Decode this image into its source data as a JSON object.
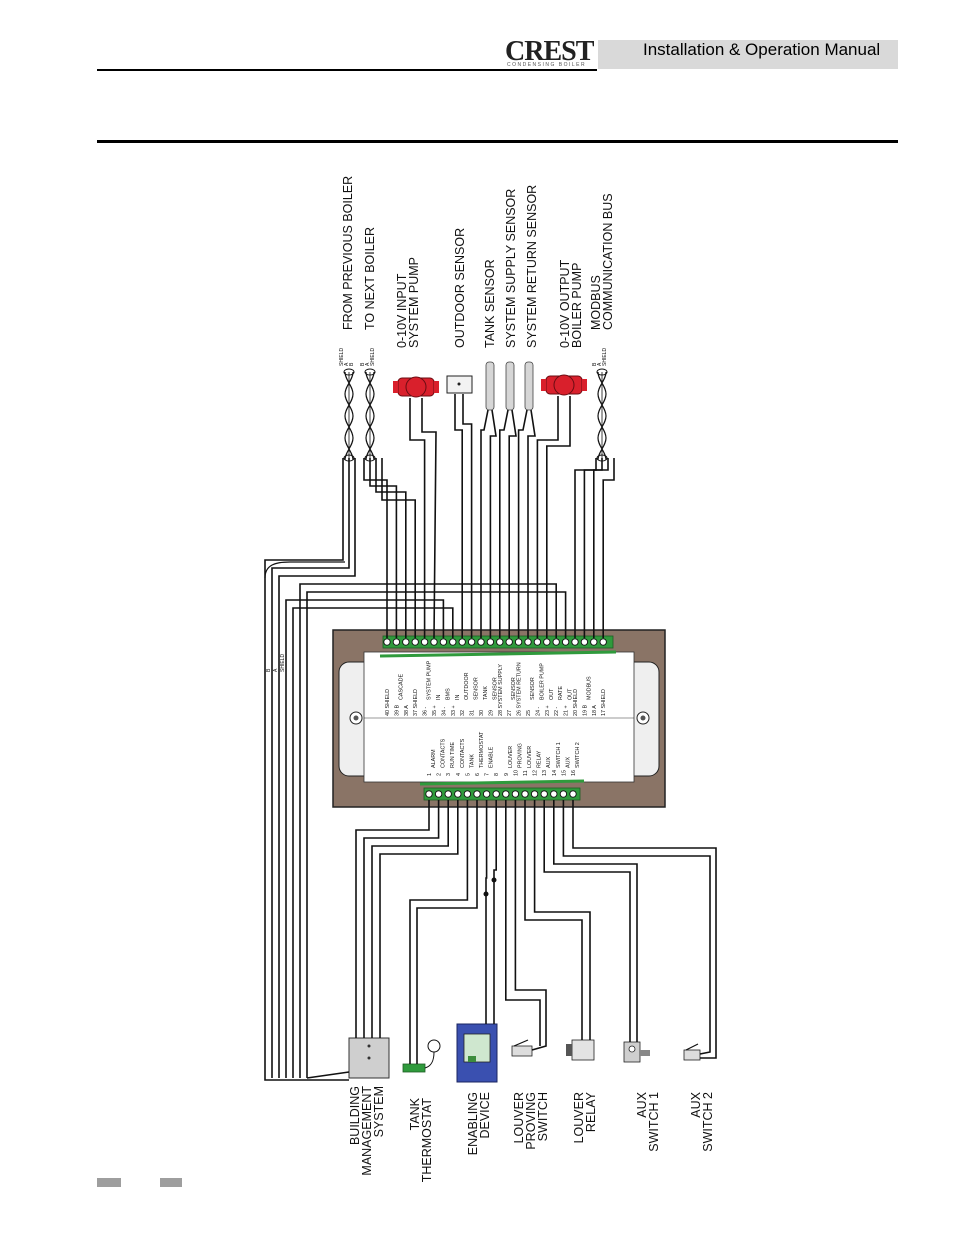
{
  "header": {
    "brand": "CREST",
    "brand_tagline": "CONDENSING BOILER",
    "manual_title": "Installation & Operation Manual"
  },
  "top_labels": [
    [
      "FROM PREVIOUS BOILER"
    ],
    [
      "TO NEXT BOILER"
    ],
    [
      "0-10V INPUT",
      "SYSTEM PUMP"
    ],
    [
      "OUTDOOR SENSOR"
    ],
    [
      "TANK SENSOR"
    ],
    [
      "SYSTEM SUPPLY SENSOR"
    ],
    [
      "SYSTEM RETURN SENSOR"
    ],
    [
      "0-10V OUTPUT",
      "BOILER PUMP"
    ],
    [
      "MODBUS",
      "COMMUNICATION BUS"
    ]
  ],
  "small_wire_labels": {
    "previous_boiler": [
      "SHIELD",
      "A",
      "B"
    ],
    "next_boiler": [
      "B",
      "A",
      "SHIELD"
    ],
    "modbus": [
      "B",
      "A",
      "SHIELD"
    ],
    "cascade_loop": [
      "B",
      "A",
      "SHIELD"
    ]
  },
  "bottom_labels": [
    [
      "BUILDING",
      "MANAGEMENT",
      "SYSTEM"
    ],
    [
      "TANK",
      "THERMOSTAT"
    ],
    [
      "ENABLING",
      "DEVICE"
    ],
    [
      "LOUVER",
      "PROVING",
      "SWITCH"
    ],
    [
      "LOUVER",
      "RELAY"
    ],
    [
      "AUX",
      "SWITCH 1"
    ],
    [
      "AUX",
      "SWITCH 2"
    ]
  ],
  "terminal_upper_labels": [
    [
      "40 SHIELD",
      ""
    ],
    [
      "39 B",
      "CASCADE"
    ],
    [
      "38 A",
      ""
    ],
    [
      "37 SHIELD",
      ""
    ],
    [
      "36 -",
      "SYSTEM PUMP"
    ],
    [
      "35 +",
      "IN"
    ],
    [
      "34 -",
      "BMS"
    ],
    [
      "33 +",
      "IN"
    ],
    [
      "32",
      "OUTDOOR"
    ],
    [
      "31",
      "SENSOR"
    ],
    [
      "30",
      "TANK"
    ],
    [
      "29",
      "SENSOR"
    ],
    [
      "28 SYSTEM SUPPLY",
      ""
    ],
    [
      "27",
      "SENSOR"
    ],
    [
      "26 SYSTEM RETURN",
      ""
    ],
    [
      "25",
      "SENSOR"
    ],
    [
      "24 -",
      "BOILER PUMP"
    ],
    [
      "23 +",
      "OUT"
    ],
    [
      "22 -",
      "RATE"
    ],
    [
      "21 +",
      "OUT"
    ],
    [
      "20 SHIELD",
      ""
    ],
    [
      "19 B",
      "MODBUS"
    ],
    [
      "18 A",
      ""
    ],
    [
      "17 SHIELD",
      ""
    ]
  ],
  "terminal_lower_labels": [
    [
      "1",
      "ALARM"
    ],
    [
      "2",
      "CONTACTS"
    ],
    [
      "3",
      "RUN TIME"
    ],
    [
      "4",
      "CONTACTS"
    ],
    [
      "5",
      "TANK"
    ],
    [
      "6",
      "THERMOSTAT"
    ],
    [
      "7",
      "ENABLE"
    ],
    [
      "8",
      ""
    ],
    [
      "9",
      "LOUVER"
    ],
    [
      "10",
      "PROVING"
    ],
    [
      "11",
      "LOUVER"
    ],
    [
      "12",
      "RELAY"
    ],
    [
      "13",
      "AUX"
    ],
    [
      "14",
      "SWITCH 1"
    ],
    [
      "15",
      "AUX"
    ],
    [
      "16",
      "SWITCH 2"
    ]
  ],
  "colors": {
    "board": "#8a7466",
    "pump": "#d9202c",
    "enabling_device": "#3a50b0",
    "terminal_strip": "#2f9a3c",
    "header_bar": "#d9d9d9"
  }
}
